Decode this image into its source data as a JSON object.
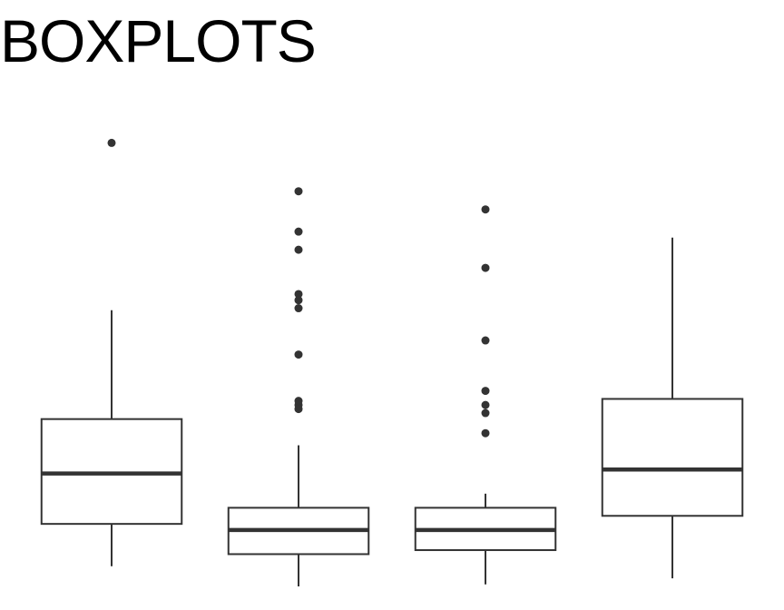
{
  "chart_data": {
    "type": "boxplot",
    "title": "BOXPLOTS",
    "xlabel": "",
    "ylabel": "",
    "ylim": [
      0,
      120
    ],
    "grid": false,
    "legend": "none",
    "colors": {
      "box_stroke": "#333333",
      "median": "#333333",
      "outlier": "#333333",
      "box_fill": "#ffffff"
    },
    "boxes": [
      {
        "whisker_low": 5,
        "q1": 15.5,
        "median": 28,
        "q3": 41.5,
        "whisker_high": 68.5,
        "outliers": [
          110
        ]
      },
      {
        "whisker_low": 0,
        "q1": 8,
        "median": 14,
        "q3": 19.5,
        "whisker_high": 35,
        "outliers": [
          44,
          45,
          46,
          57.5,
          69,
          71,
          72.5,
          83.5,
          88,
          98
        ]
      },
      {
        "whisker_low": 0.5,
        "q1": 9,
        "median": 14,
        "q3": 19.5,
        "whisker_high": 23,
        "outliers": [
          38,
          43,
          45,
          48.5,
          61,
          79,
          93.5
        ]
      },
      {
        "whisker_low": 2,
        "q1": 17.5,
        "median": 29,
        "q3": 46.5,
        "whisker_high": 86.5,
        "outliers": []
      }
    ]
  }
}
